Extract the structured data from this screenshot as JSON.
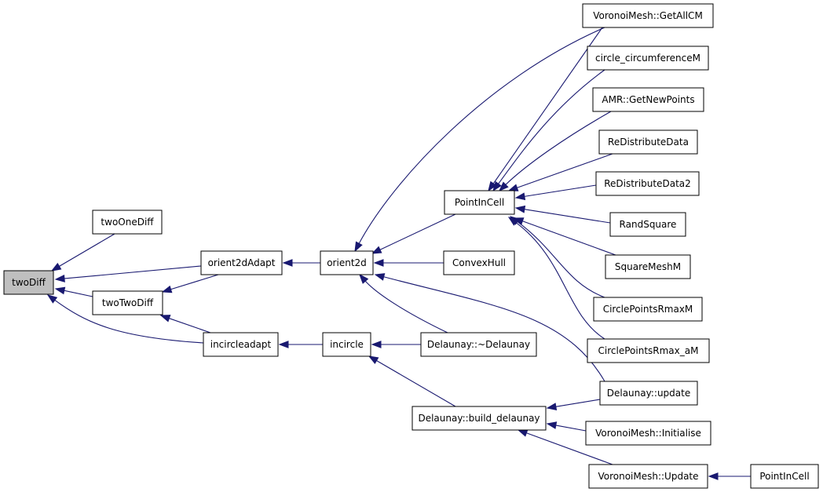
{
  "colors": {
    "edge": "#191970",
    "node_fill": "#ffffff",
    "root_fill": "#bfbfbf",
    "node_border": "#000000"
  },
  "nodes": [
    {
      "id": "twoDiff",
      "label": "twoDiff",
      "root": true
    },
    {
      "id": "twoOneDiff",
      "label": "twoOneDiff"
    },
    {
      "id": "twoTwoDiff",
      "label": "twoTwoDiff"
    },
    {
      "id": "orient2dAdapt",
      "label": "orient2dAdapt"
    },
    {
      "id": "incircleadapt",
      "label": "incircleadapt"
    },
    {
      "id": "orient2d",
      "label": "orient2d"
    },
    {
      "id": "incircle",
      "label": "incircle"
    },
    {
      "id": "PointInCell",
      "label": "PointInCell"
    },
    {
      "id": "ConvexHull",
      "label": "ConvexHull"
    },
    {
      "id": "DelaunayDtor",
      "label": "Delaunay::~Delaunay"
    },
    {
      "id": "DelaunayBuild",
      "label": "Delaunay::build_delaunay"
    },
    {
      "id": "VMGetAllCM",
      "label": "VoronoiMesh::GetAllCM"
    },
    {
      "id": "circleCircM",
      "label": "circle_circumferenceM"
    },
    {
      "id": "AMRGetNewPoints",
      "label": "AMR::GetNewPoints"
    },
    {
      "id": "ReDistributeData",
      "label": "ReDistributeData"
    },
    {
      "id": "ReDistributeData2",
      "label": "ReDistributeData2"
    },
    {
      "id": "RandSquare",
      "label": "RandSquare"
    },
    {
      "id": "SquareMeshM",
      "label": "SquareMeshM"
    },
    {
      "id": "CirclePointsRmaxM",
      "label": "CirclePointsRmaxM"
    },
    {
      "id": "CirclePointsRmaxaM",
      "label": "CirclePointsRmax_aM"
    },
    {
      "id": "DelaunayUpdate",
      "label": "Delaunay::update"
    },
    {
      "id": "VMInitialise",
      "label": "VoronoiMesh::Initialise"
    },
    {
      "id": "VMUpdate",
      "label": "VoronoiMesh::Update"
    },
    {
      "id": "PointInCell2",
      "label": "PointInCell"
    }
  ],
  "edges": [
    {
      "from": "twoOneDiff",
      "to": "twoDiff"
    },
    {
      "from": "orient2dAdapt",
      "to": "twoDiff"
    },
    {
      "from": "twoTwoDiff",
      "to": "twoDiff"
    },
    {
      "from": "incircleadapt",
      "to": "twoDiff"
    },
    {
      "from": "orient2dAdapt",
      "to": "twoTwoDiff"
    },
    {
      "from": "incircleadapt",
      "to": "twoTwoDiff"
    },
    {
      "from": "orient2d",
      "to": "orient2dAdapt"
    },
    {
      "from": "incircle",
      "to": "incircleadapt"
    },
    {
      "from": "VMGetAllCM",
      "to": "orient2d"
    },
    {
      "from": "PointInCell",
      "to": "orient2d"
    },
    {
      "from": "ConvexHull",
      "to": "orient2d"
    },
    {
      "from": "DelaunayDtor",
      "to": "orient2d"
    },
    {
      "from": "DelaunayUpdate",
      "to": "orient2d"
    },
    {
      "from": "DelaunayDtor",
      "to": "incircle"
    },
    {
      "from": "DelaunayBuild",
      "to": "incircle"
    },
    {
      "from": "VMGetAllCM",
      "to": "PointInCell"
    },
    {
      "from": "circleCircM",
      "to": "PointInCell"
    },
    {
      "from": "AMRGetNewPoints",
      "to": "PointInCell"
    },
    {
      "from": "ReDistributeData",
      "to": "PointInCell"
    },
    {
      "from": "ReDistributeData2",
      "to": "PointInCell"
    },
    {
      "from": "RandSquare",
      "to": "PointInCell"
    },
    {
      "from": "SquareMeshM",
      "to": "PointInCell"
    },
    {
      "from": "CirclePointsRmaxM",
      "to": "PointInCell"
    },
    {
      "from": "CirclePointsRmaxaM",
      "to": "PointInCell"
    },
    {
      "from": "DelaunayUpdate",
      "to": "DelaunayBuild"
    },
    {
      "from": "VMInitialise",
      "to": "DelaunayBuild"
    },
    {
      "from": "VMUpdate",
      "to": "DelaunayBuild"
    },
    {
      "from": "PointInCell2",
      "to": "VMUpdate"
    }
  ]
}
